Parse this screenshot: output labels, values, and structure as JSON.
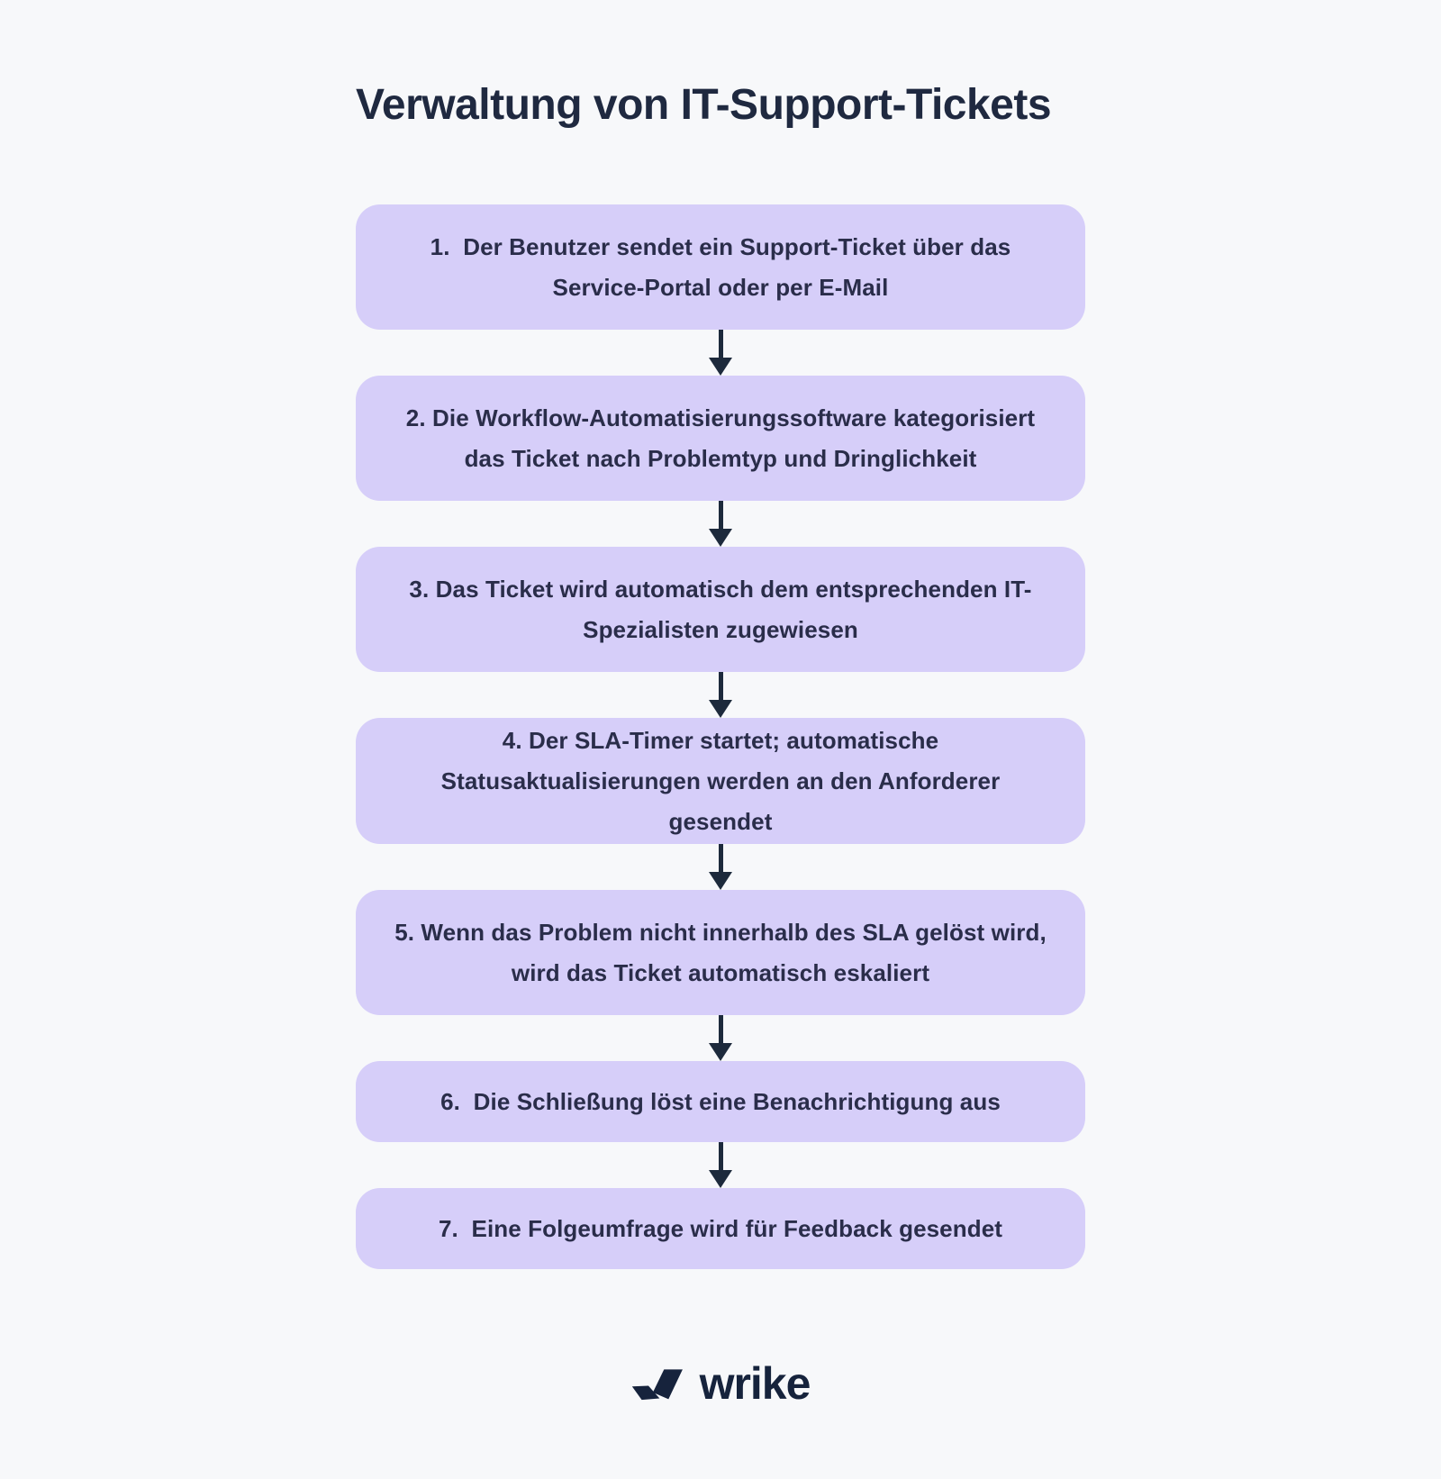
{
  "title": "Verwaltung von IT-Support-Tickets",
  "colors": {
    "page_background": "#f7f8fa",
    "box_fill": "#d6cef9",
    "box_text": "#2a2d4a",
    "title_text": "#1f2940",
    "arrow": "#1d2a3c",
    "brand": "#16233c"
  },
  "flow": {
    "steps": [
      {
        "text": "1.  Der Benutzer sendet ein Support-Ticket über das\nService-Portal oder per E-Mail"
      },
      {
        "text": "2. Die Workflow-Automatisierungssoftware kategorisiert\ndas Ticket nach Problemtyp und Dringlichkeit"
      },
      {
        "text": "3. Das Ticket wird automatisch dem entsprechenden IT-\nSpezialisten zugewiesen"
      },
      {
        "text": "4. Der SLA-Timer startet; automatische\nStatusaktualisierungen werden an den Anforderer\ngesendet"
      },
      {
        "text": "5. Wenn das Problem nicht innerhalb des SLA gelöst wird,\nwird das Ticket automatisch eskaliert"
      },
      {
        "text": "6.  Die Schließung löst eine Benachrichtigung aus"
      },
      {
        "text": "7.  Eine Folgeumfrage wird für Feedback gesendet"
      }
    ]
  },
  "footer": {
    "brand": "wrike",
    "logo_icon": "wrike-double-check-icon"
  },
  "icons": {
    "connector": "arrow-down-icon"
  }
}
